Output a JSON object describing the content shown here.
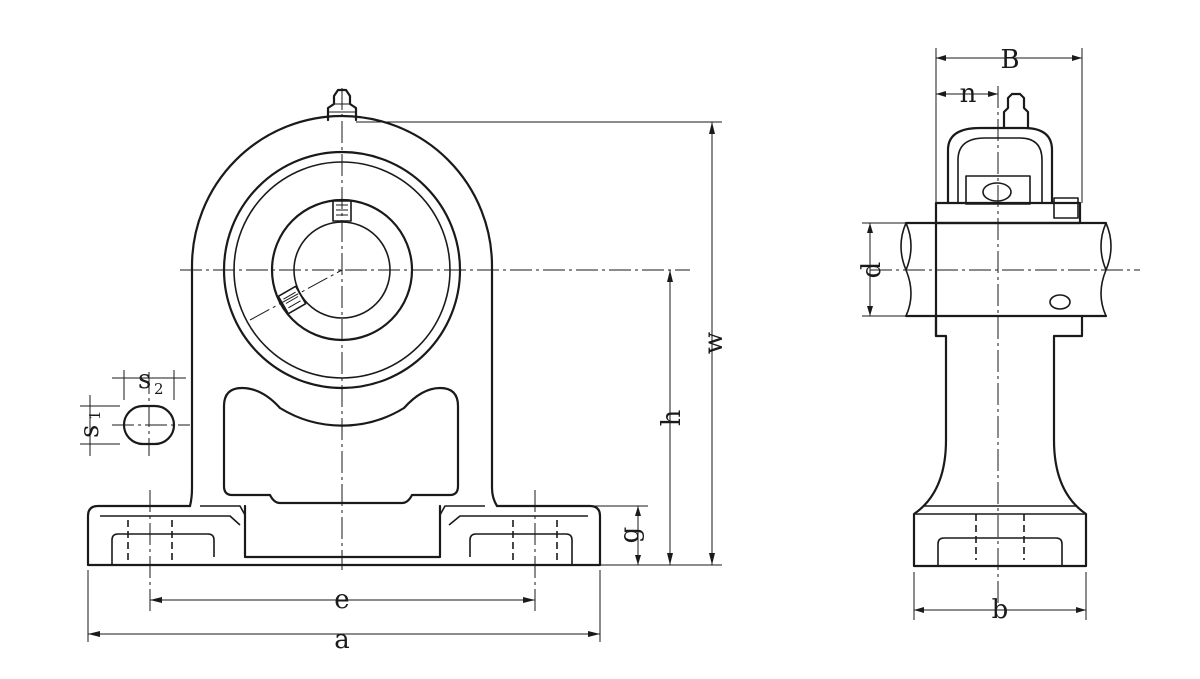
{
  "front_view": {
    "dimensions": {
      "a": "a",
      "e": "e",
      "w": "w",
      "h": "h",
      "g": "g",
      "s1": "s",
      "s1_sub": "1",
      "s2": "s",
      "s2_sub": "2"
    }
  },
  "side_view": {
    "dimensions": {
      "B": "B",
      "n": "n",
      "d": "d",
      "b": "b"
    }
  }
}
